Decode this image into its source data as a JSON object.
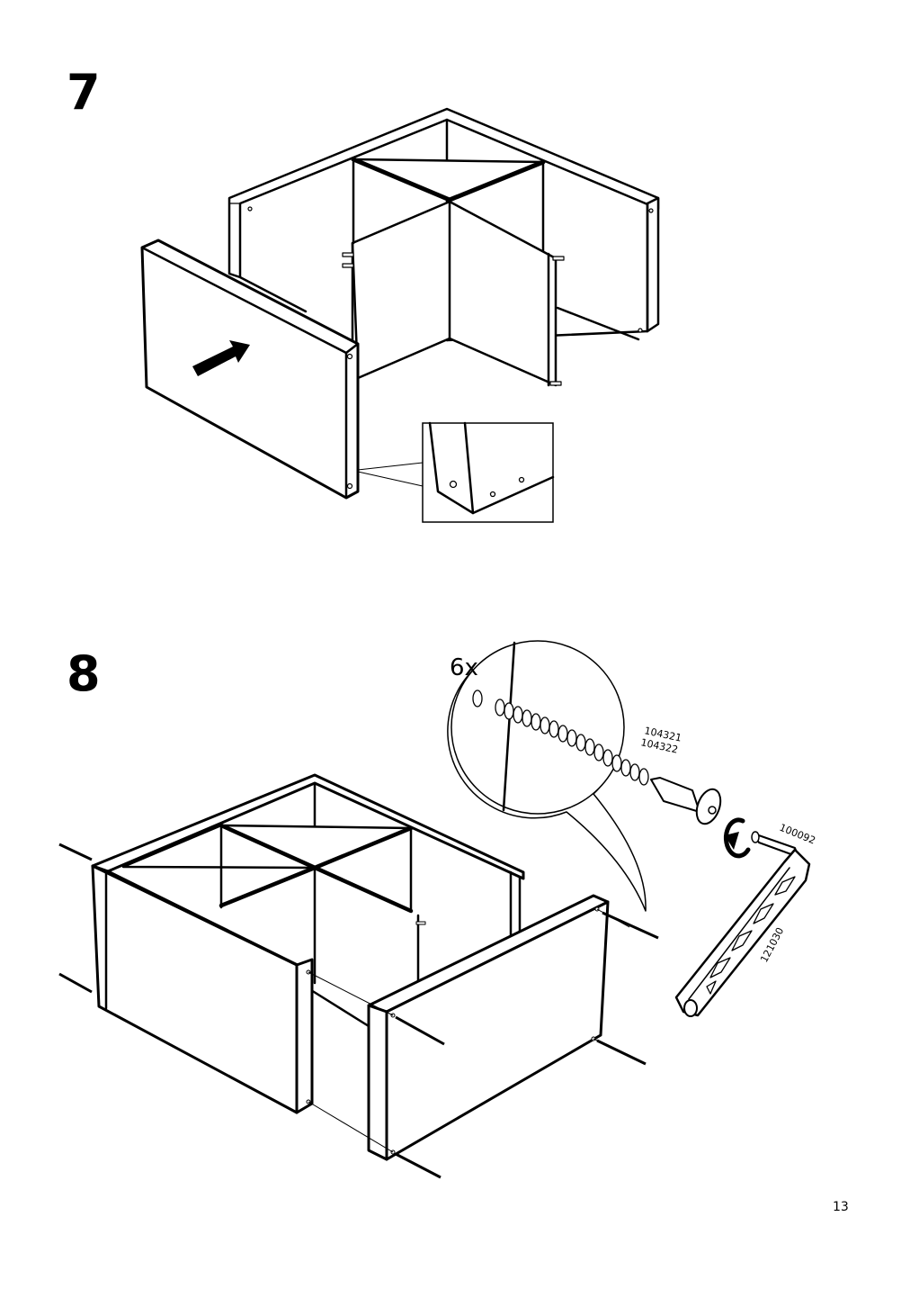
{
  "steps": [
    {
      "number": "7"
    },
    {
      "number": "8"
    }
  ],
  "step8": {
    "quantity": "6x",
    "screw_codes": [
      "104321",
      "104322"
    ],
    "tool_code": "100092",
    "wrench_code": "121030"
  },
  "page": {
    "number": "13"
  },
  "colors": {
    "ink": "#000000",
    "paper": "#ffffff"
  }
}
